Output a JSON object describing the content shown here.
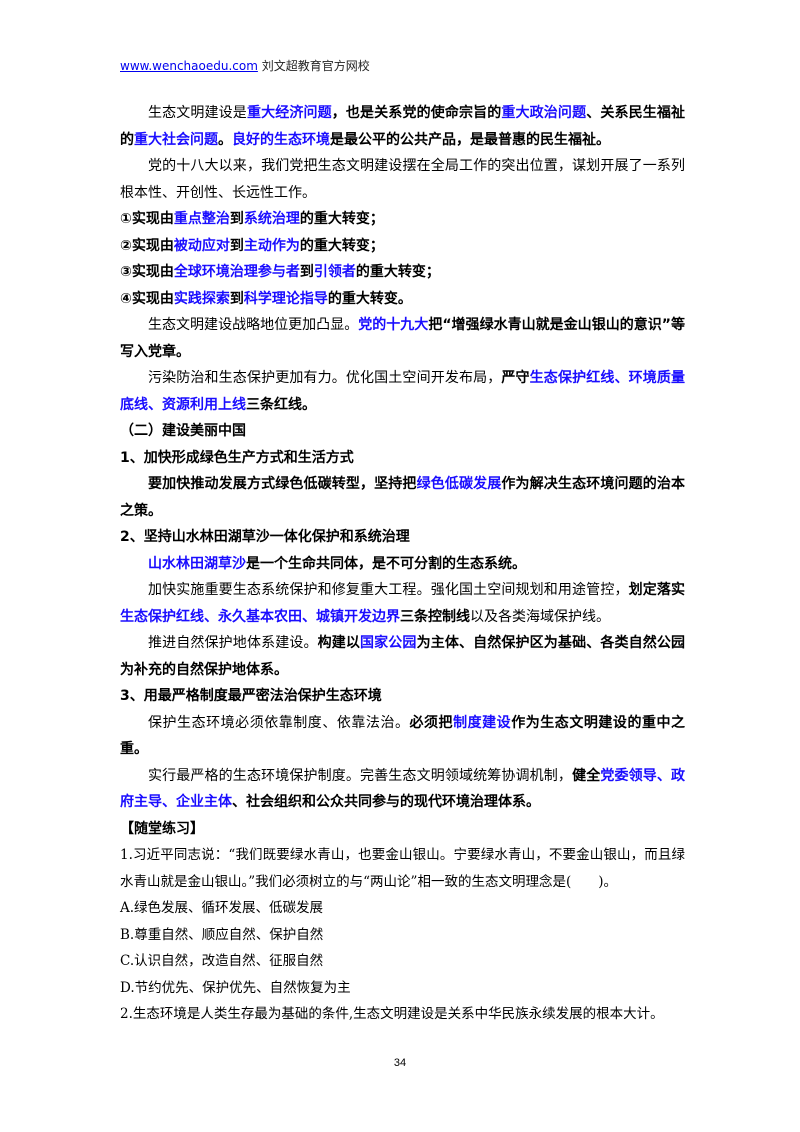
{
  "header": {
    "site_url": "www.wenchaoedu.com",
    "site_name": " 刘文超教育官方网校"
  },
  "paragraphs": [
    {
      "style": "indent",
      "segments": [
        {
          "t": "生态文明建设是",
          "s": ""
        },
        {
          "t": "重大经济问题",
          "s": "blue"
        },
        {
          "t": "，也是关系党的使命宗旨的",
          "s": "b"
        },
        {
          "t": "重大政治问题",
          "s": "blue"
        },
        {
          "t": "、关系民生福祉的",
          "s": "b"
        },
        {
          "t": "重大社会问题",
          "s": "blue"
        },
        {
          "t": "。",
          "s": "b"
        },
        {
          "t": "良好的生态环境",
          "s": "blue"
        },
        {
          "t": "是最公平的公共产品，是最普惠的民生福祉。",
          "s": "b"
        }
      ]
    },
    {
      "style": "indent",
      "segments": [
        {
          "t": "党的十八大以来，我们党把生态文明建设摆在全局工作的突出位置，谋划开展了一系列根本性、开创性、长远性工作。",
          "s": ""
        }
      ]
    },
    {
      "style": "",
      "segments": [
        {
          "t": "①实现由",
          "s": "b"
        },
        {
          "t": "重点整治",
          "s": "blue"
        },
        {
          "t": "到",
          "s": "b"
        },
        {
          "t": "系统治理",
          "s": "blue"
        },
        {
          "t": "的重大转变；",
          "s": "b"
        }
      ]
    },
    {
      "style": "",
      "segments": [
        {
          "t": "②实现由",
          "s": "b"
        },
        {
          "t": "被动应对",
          "s": "blue"
        },
        {
          "t": "到",
          "s": "b"
        },
        {
          "t": "主动作为",
          "s": "blue"
        },
        {
          "t": "的重大转变；",
          "s": "b"
        }
      ]
    },
    {
      "style": "",
      "segments": [
        {
          "t": "③实现由",
          "s": "b"
        },
        {
          "t": "全球环境治理参与者",
          "s": "blue"
        },
        {
          "t": "到",
          "s": "b"
        },
        {
          "t": "引领者",
          "s": "blue"
        },
        {
          "t": "的重大转变；",
          "s": "b"
        }
      ]
    },
    {
      "style": "",
      "segments": [
        {
          "t": "④实现由",
          "s": "b"
        },
        {
          "t": "实践探索",
          "s": "blue"
        },
        {
          "t": "到",
          "s": "b"
        },
        {
          "t": "科学理论指导",
          "s": "blue"
        },
        {
          "t": "的重大转变。",
          "s": "b"
        }
      ]
    },
    {
      "style": "indent",
      "segments": [
        {
          "t": "生态文明建设战略地位更加凸显。",
          "s": ""
        },
        {
          "t": "党的十九大",
          "s": "blue"
        },
        {
          "t": "把“增强绿水青山就是金山银山的意识”等写入党章。",
          "s": "b"
        }
      ]
    },
    {
      "style": "indent",
      "segments": [
        {
          "t": "污染防治和生态保护更加有力。优化国土空间开发布局，",
          "s": ""
        },
        {
          "t": "严守",
          "s": "b"
        },
        {
          "t": "生态保护红线、环境质量底线、资源利用上线",
          "s": "blue"
        },
        {
          "t": "三条红线。",
          "s": "b"
        }
      ]
    },
    {
      "style": "",
      "segments": [
        {
          "t": "（二）建设美丽中国",
          "s": "b"
        }
      ]
    },
    {
      "style": "",
      "segments": [
        {
          "t": "1、加快形成绿色生产方式和生活方式",
          "s": "b"
        }
      ]
    },
    {
      "style": "indent",
      "segments": [
        {
          "t": "要加快推动发展方式绿色低碳转型，坚持把",
          "s": "b"
        },
        {
          "t": "绿色低碳发展",
          "s": "blue"
        },
        {
          "t": "作为解决生态环境问题的治本之策。",
          "s": "b"
        }
      ]
    },
    {
      "style": "",
      "segments": [
        {
          "t": "2、坚持山水林田湖草沙一体化保护和系统治理",
          "s": "b"
        }
      ]
    },
    {
      "style": "indent",
      "segments": [
        {
          "t": "山水林田湖草沙",
          "s": "blue"
        },
        {
          "t": "是一个生命共同体，是不可分割的生态系统。",
          "s": "b"
        }
      ]
    },
    {
      "style": "indent",
      "segments": [
        {
          "t": "加快实施重要生态系统保护和修复重大工程。强化国土空间规划和用途管控，",
          "s": ""
        },
        {
          "t": "划定落实",
          "s": "b"
        },
        {
          "t": "生态保护红线、永久基本农田、城镇开发边界",
          "s": "blue"
        },
        {
          "t": "三条控制线",
          "s": "b"
        },
        {
          "t": "以及各类海域保护线。",
          "s": ""
        }
      ]
    },
    {
      "style": "indent",
      "segments": [
        {
          "t": "推进自然保护地体系建设。",
          "s": ""
        },
        {
          "t": "构建以",
          "s": "b"
        },
        {
          "t": "国家公园",
          "s": "blue"
        },
        {
          "t": "为主体、自然保护区为基础、各类自然公园为补充的自然保护地体系。",
          "s": "b"
        }
      ]
    },
    {
      "style": "",
      "segments": [
        {
          "t": "3、用最严格制度最严密法治保护生态环境",
          "s": "b"
        }
      ]
    },
    {
      "style": "indent",
      "segments": [
        {
          "t": "保护生态环境必须依靠制度、依靠法治。",
          "s": ""
        },
        {
          "t": "必须把",
          "s": "b"
        },
        {
          "t": "制度建设",
          "s": "blue"
        },
        {
          "t": "作为生态文明建设的重中之重。",
          "s": "b"
        }
      ]
    },
    {
      "style": "indent",
      "segments": [
        {
          "t": "实行最严格的生态环境保护制度。完善生态文明领域统筹协调机制，",
          "s": ""
        },
        {
          "t": "健全",
          "s": "b"
        },
        {
          "t": "党委领导、政府主导、企业主体",
          "s": "blue"
        },
        {
          "t": "、社会组织和公众共同参与的现代环境治理体系。",
          "s": "b"
        }
      ]
    },
    {
      "style": "",
      "segments": [
        {
          "t": "【随堂练习】",
          "s": "b"
        }
      ]
    },
    {
      "style": "small",
      "segments": [
        {
          "t": "1.习近平同志说：“我们既要绿水青山，也要金山银山。宁要绿水青山，不要金山银山，而且绿水青山就是金山银山。”我们必须树立的与“两山论”相一致的生态文明理念是(　　)。",
          "s": ""
        }
      ]
    },
    {
      "style": "small",
      "segments": [
        {
          "t": "A.绿色发展、循环发展、低碳发展",
          "s": ""
        }
      ]
    },
    {
      "style": "small",
      "segments": [
        {
          "t": "B.尊重自然、顺应自然、保护自然",
          "s": ""
        }
      ]
    },
    {
      "style": "small",
      "segments": [
        {
          "t": "C.认识自然，改造自然、征服自然",
          "s": ""
        }
      ]
    },
    {
      "style": "small",
      "segments": [
        {
          "t": "D.节约优先、保护优先、自然恢复为主",
          "s": ""
        }
      ]
    },
    {
      "style": "small",
      "segments": [
        {
          "t": "2.生态环境是人类生存最为基础的条件,生态文明建设是关系中华民族永续发展的根本大计。",
          "s": ""
        }
      ]
    }
  ],
  "page_number": "34"
}
